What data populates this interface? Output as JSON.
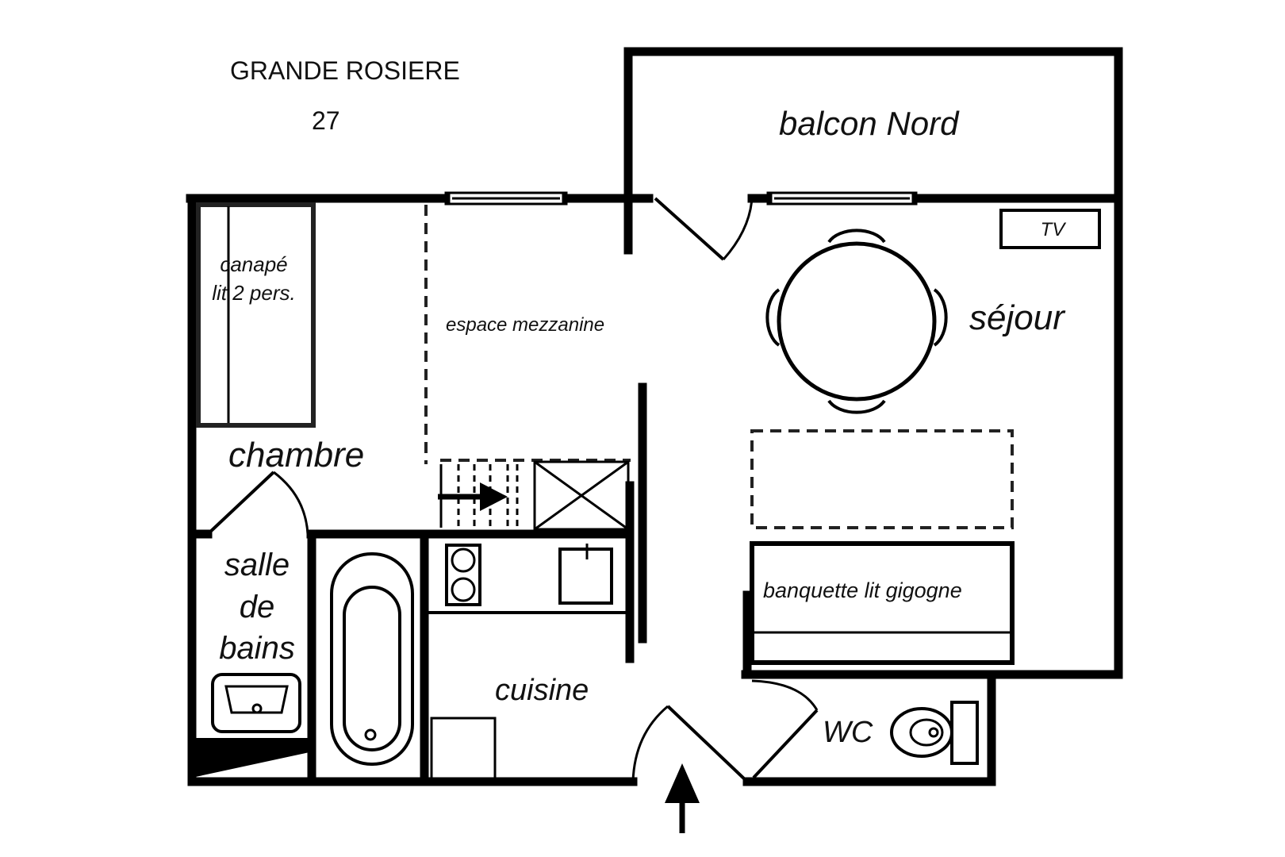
{
  "header": {
    "title": "GRANDE ROSIERE",
    "number": "27"
  },
  "rooms": {
    "balcon": "balcon Nord",
    "sejour": "séjour",
    "chambre": "chambre",
    "mezzanine": "espace mezzanine",
    "sdb": [
      "salle",
      "de",
      "bains"
    ],
    "cuisine": "cuisine",
    "wc": "WC"
  },
  "furniture": {
    "canape": [
      "canapé",
      "lit 2 pers."
    ],
    "tv": "TV",
    "banquette": "banquette lit gigogne"
  }
}
